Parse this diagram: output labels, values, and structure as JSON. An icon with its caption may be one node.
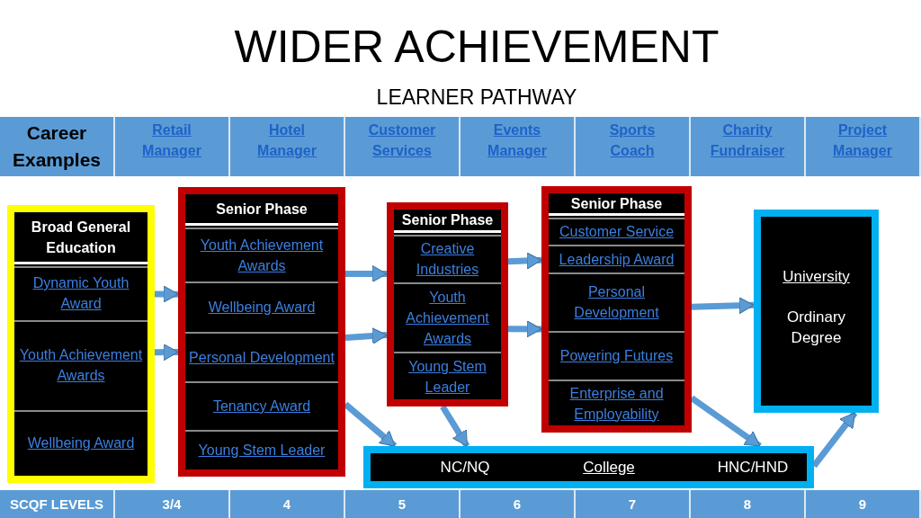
{
  "diagram": {
    "title": "WIDER ACHIEVEMENT",
    "nodes": [
      {
        "text": [
          "Broad General Education"
        ]
      },
      {
        "text": [
          "Dynamic Youth Award"
        ],
        "in": 0
      },
      {
        "text": [
          "Youth Achievement Awards"
        ],
        "in": 0
      },
      {
        "text": [
          "Wellbeing Award"
        ],
        "in": 0
      },
      {
        "text": [
          "Senior Phase"
        ]
      },
      {
        "text": [
          "Youth Achievement Awards"
        ],
        "in": 4
      },
      {
        "text": [
          "Wellbeing Award"
        ],
        "in": 4
      },
      {
        "text": [
          "Personal Development"
        ],
        "in": 4
      },
      {
        "text": [
          "Tenancy Award"
        ],
        "in": 4
      },
      {
        "text": [
          "Young Stem Leader"
        ],
        "in": 4
      },
      {
        "text": [
          "Senior Phase"
        ]
      },
      {
        "text": [
          "Creative Industries"
        ],
        "in": 10
      },
      {
        "text": [
          "Youth Achievement Awards"
        ],
        "in": 10
      },
      {
        "text": [
          "Young Stem Leader"
        ],
        "in": 10
      },
      {
        "text": [
          "Senior Phase"
        ]
      },
      {
        "text": [
          "Customer Service"
        ],
        "in": 14
      },
      {
        "text": [
          "Leadership Award"
        ],
        "in": 14
      },
      {
        "text": [
          "Personal Development"
        ],
        "in": 14
      },
      {
        "text": [
          "Powering Futures"
        ],
        "in": 14
      },
      {
        "text": [
          "Enterprise and Employability"
        ],
        "in": 14
      },
      {
        "text": [
          "University",
          "Ordinary Degree"
        ]
      },
      {
        "text": [
          "NC/NQ",
          "College",
          "HNC/HND"
        ]
      }
    ],
    "edges": [
      {
        "from": 0,
        "to": 4,
        "arrow": "to"
      },
      {
        "from": 0,
        "to": 4,
        "arrow": "to"
      },
      {
        "from": 4,
        "to": 10,
        "arrow": "to"
      },
      {
        "from": 4,
        "to": 10,
        "arrow": "to"
      },
      {
        "from": 10,
        "to": 14,
        "arrow": "to"
      },
      {
        "from": 10,
        "to": 14,
        "arrow": "to"
      },
      {
        "from": 14,
        "to": 20,
        "arrow": "to"
      },
      {
        "from": 4,
        "to": 21,
        "arrow": "to"
      },
      {
        "from": 10,
        "to": 21,
        "arrow": "to"
      },
      {
        "from": 14,
        "to": 21,
        "arrow": "to"
      },
      {
        "from": 21,
        "to": 20,
        "arrow": "to"
      }
    ],
    "labels": [
      "LEARNER PATHWAY",
      "Career Examples",
      "Retail Manager",
      "Hotel Manager",
      "Customer Services",
      "Events Manager",
      "Sports Coach",
      "Charity Fundraiser",
      "Project Manager",
      "SCQF LEVELS",
      "3/4",
      "4",
      "5",
      "6",
      "7",
      "8",
      "9"
    ]
  }
}
